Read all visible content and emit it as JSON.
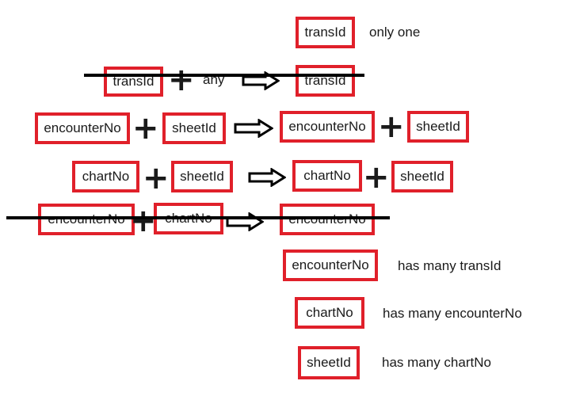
{
  "rows": {
    "r0": {
      "left": "transId",
      "note": "only one"
    },
    "r1": {
      "a": "transId",
      "plus_word": "any",
      "result": "transId"
    },
    "r2": {
      "a": "encounterNo",
      "b": "sheetId",
      "c": "encounterNo",
      "d": "sheetId"
    },
    "r3": {
      "a": "chartNo",
      "b": "sheetId",
      "c": "chartNo",
      "d": "sheetId"
    },
    "r4": {
      "a": "encounterNo",
      "b": "chartNo",
      "result": "encounterNo"
    },
    "r5": {
      "box": "encounterNo",
      "note": "has many transId"
    },
    "r6": {
      "box": "chartNo",
      "note": "has many encounterNo"
    },
    "r7": {
      "box": "sheetId",
      "note": "has many chartNo"
    }
  },
  "colors": {
    "box_border": "#e0202a",
    "strike": "#000000"
  }
}
